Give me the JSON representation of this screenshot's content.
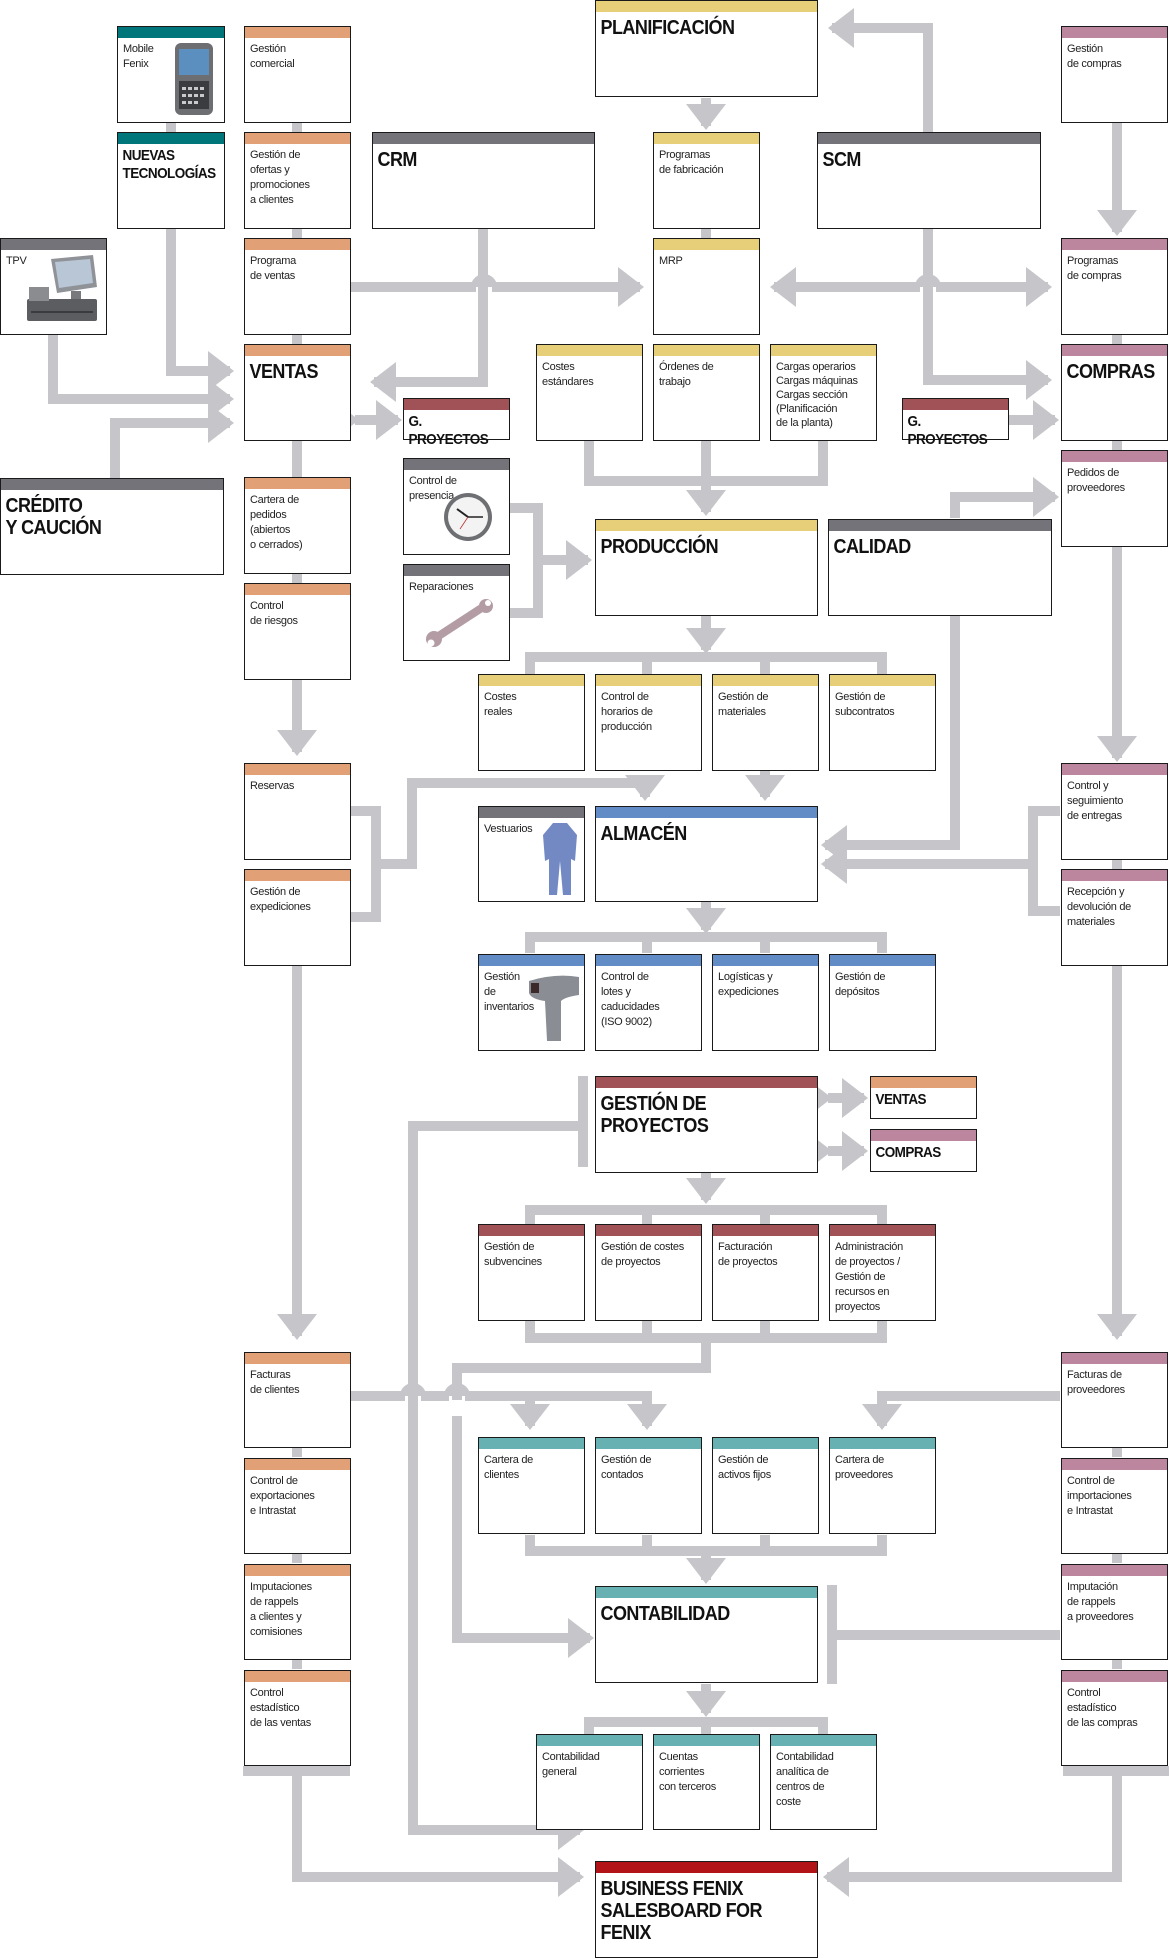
{
  "colors": {
    "ventas": "#e2a077",
    "produccion": "#e6cf78",
    "compras": "#bb869e",
    "nuevas_tecnologias": "#01767a",
    "externos": "#75737a",
    "proyectos": "#a05256",
    "almacen": "#628cc6",
    "contabilidad": "#67b1b3",
    "business": "#b21317",
    "connector": "#c6c6ca"
  },
  "left_column": {
    "mobile_fenix": "Mobile\nFenix",
    "nuevas_tecnologias": "NUEVAS\nTECNOLOGÍAS",
    "tpv": "TPV",
    "credito_caucion": "CRÉDITO\nY CAUCIÓN"
  },
  "ventas_column": {
    "gestion_comercial": "Gestión\ncomercial",
    "gestion_ofertas": "Gestión de\nofertas y\npromociones\na clientes",
    "programa_ventas": "Programa\nde ventas",
    "ventas": "VENTAS",
    "cartera_pedidos": "Cartera de\npedidos\n(abiertos\no cerrados)",
    "control_riesgos": "Control\nde riesgos",
    "reservas": "Reservas",
    "gestion_expediciones": "Gestión de\nexpediciones",
    "facturas_clientes": "Facturas\nde clientes",
    "control_exportaciones": "Control de\nexportaciones\ne Intrastat",
    "imputaciones_rappels": "Imputaciones\nde rappels\na clientes y\ncomisiones",
    "control_estadistico_ventas": "Control\nestadístico\nde las ventas"
  },
  "center": {
    "crm": "CRM",
    "g_proyectos_left": "G. PROYECTOS",
    "control_presencia": "Control de presencia",
    "reparaciones": "Reparaciones",
    "planificacion": "PLANIFICACIÓN",
    "programas_fabricacion": "Programas\nde fabricación",
    "mrp": "MRP",
    "scm": "SCM",
    "costes_estandares": "Costes\nestándares",
    "ordenes_trabajo": "Órdenes de\ntrabajo",
    "cargas": "Cargas operarios\nCargas máquinas\nCargas sección\n(Planificación\nde la planta)",
    "produccion": "PRODUCCIÓN",
    "calidad": "CALIDAD",
    "costes_reales": "Costes\nreales",
    "control_horarios": "Control de\nhorarios de\nproducción",
    "gestion_materiales": "Gestión de\nmateriales",
    "gestion_subcontratos": "Gestión de\nsubcontratos",
    "vestuarios": "Vestuarios",
    "almacen": "ALMACÉN",
    "gestion_inventarios": "Gestión\nde\ninventarios",
    "control_lotes": "Control de\nlotes y\ncaducidades\n(ISO 9002)",
    "logisticas": "Logísticas y\nexpediciones",
    "gestion_depositos": "Gestión de\ndepósitos",
    "gestion_proyectos": "GESTIÓN DE PROYECTOS",
    "gp_ventas": "VENTAS",
    "gp_compras": "COMPRAS",
    "gestion_subvenciones": "Gestión de\nsubvencines",
    "gestion_costes_proyectos": "Gestión de costes\nde proyectos",
    "facturacion_proyectos": "Facturación\nde proyectos",
    "administracion_proyectos": "Administración\nde proyectos /\nGestión de\nrecursos en\nproyectos",
    "cartera_clientes": "Cartera de\nclientes",
    "gestion_contados": "Gestión de\ncontados",
    "gestion_activos": "Gestión de\nactivos fijos",
    "cartera_proveedores": "Cartera de\nproveedores",
    "contabilidad": "CONTABILIDAD",
    "contabilidad_general": "Contabilidad\ngeneral",
    "cuentas_corrientes": "Cuentas\ncorrientes\ncon terceros",
    "contabilidad_analitica": "Contabilidad\nanalítica de\ncentros de\ncoste",
    "business_fenix": "BUSINESS FENIX\nSALESBOARD FOR FENIX"
  },
  "compras_column": {
    "gestion_compras": "Gestión\nde compras",
    "programas_compras": "Programas\nde compras",
    "compras": "COMPRAS",
    "g_proyectos_right": "G. PROYECTOS",
    "pedidos_proveedores": "Pedidos de\nproveedores",
    "control_entregas": "Control y\nseguimiento\nde entregas",
    "recepcion_devolucion": "Recepción y\ndevolución de\nmateriales",
    "facturas_proveedores": "Facturas de\nproveedores",
    "control_importaciones": "Control de\nimportaciones\ne Intrastat",
    "imputacion_rappels_prov": "Imputación\nde rappels\na proveedores",
    "control_estadistico_compras": "Control\nestadístico\nde las compras"
  }
}
